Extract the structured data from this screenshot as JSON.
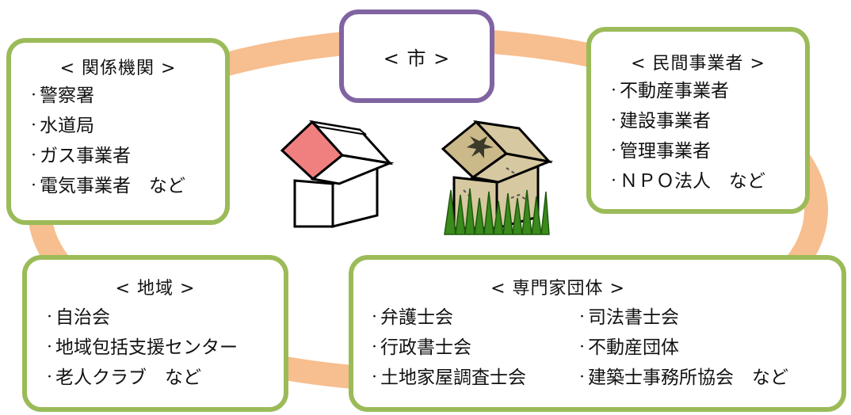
{
  "colors": {
    "ring": "#f7be8f",
    "green_border": "#9bbb59",
    "purple_border": "#8064a2",
    "roof_pink": "#f08080",
    "grass": "#3a8a1c",
    "old_house": "#d6c8a0"
  },
  "icons": {
    "normal_house": "house-icon",
    "vacant_house": "abandoned-house-icon"
  },
  "city": {
    "title": "< 市 >"
  },
  "kankei": {
    "title": "< 関係機関 >",
    "items": [
      "警察署",
      "水道局",
      "ガス事業者",
      "電気事業者　など"
    ]
  },
  "minkan": {
    "title": "< 民間事業者 >",
    "items": [
      "不動産事業者",
      "建設事業者",
      "管理事業者",
      "ＮＰＯ法人　など"
    ]
  },
  "chiiki": {
    "title": "< 地域 >",
    "items": [
      "自治会",
      "地域包括支援センター",
      "老人クラブ　など"
    ]
  },
  "senmon": {
    "title": "< 専門家団体 >",
    "items": [
      "弁護士会",
      "司法書士会",
      "行政書士会",
      "不動産団体",
      "土地家屋調査士会",
      "建築士事務所協会　など"
    ]
  }
}
